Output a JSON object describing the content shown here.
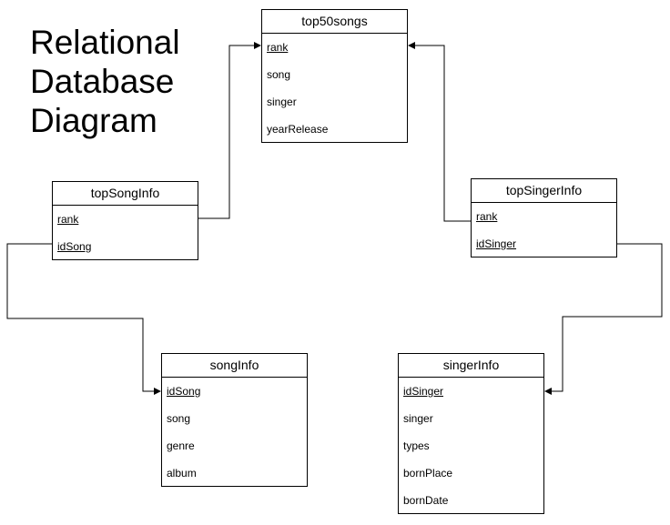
{
  "diagram_title": [
    "Relational",
    "Database",
    "Diagram"
  ],
  "colors": {
    "stroke": "#000000",
    "background": "#ffffff"
  },
  "entities": {
    "top50songs": {
      "name": "top50songs",
      "fields": [
        {
          "name": "rank",
          "key": true
        },
        {
          "name": "song",
          "key": false
        },
        {
          "name": "singer",
          "key": false
        },
        {
          "name": "yearRelease",
          "key": false
        }
      ]
    },
    "topSongInfo": {
      "name": "topSongInfo",
      "fields": [
        {
          "name": "rank",
          "key": true
        },
        {
          "name": "idSong",
          "key": true
        }
      ]
    },
    "topSingerInfo": {
      "name": "topSingerInfo",
      "fields": [
        {
          "name": "rank",
          "key": true
        },
        {
          "name": "idSinger",
          "key": true
        }
      ]
    },
    "songInfo": {
      "name": "songInfo",
      "fields": [
        {
          "name": "idSong",
          "key": true
        },
        {
          "name": "song",
          "key": false
        },
        {
          "name": "genre",
          "key": false
        },
        {
          "name": "album",
          "key": false
        }
      ]
    },
    "singerInfo": {
      "name": "singerInfo",
      "fields": [
        {
          "name": "idSinger",
          "key": true
        },
        {
          "name": "singer",
          "key": false
        },
        {
          "name": "types",
          "key": false
        },
        {
          "name": "bornPlace",
          "key": false
        },
        {
          "name": "bornDate",
          "key": false
        }
      ]
    }
  },
  "relationships": [
    {
      "from": "topSongInfo.rank",
      "to": "top50songs.rank"
    },
    {
      "from": "topSingerInfo.rank",
      "to": "top50songs.rank"
    },
    {
      "from": "topSongInfo.idSong",
      "to": "songInfo.idSong"
    },
    {
      "from": "topSingerInfo.idSinger",
      "to": "singerInfo.idSinger"
    }
  ]
}
